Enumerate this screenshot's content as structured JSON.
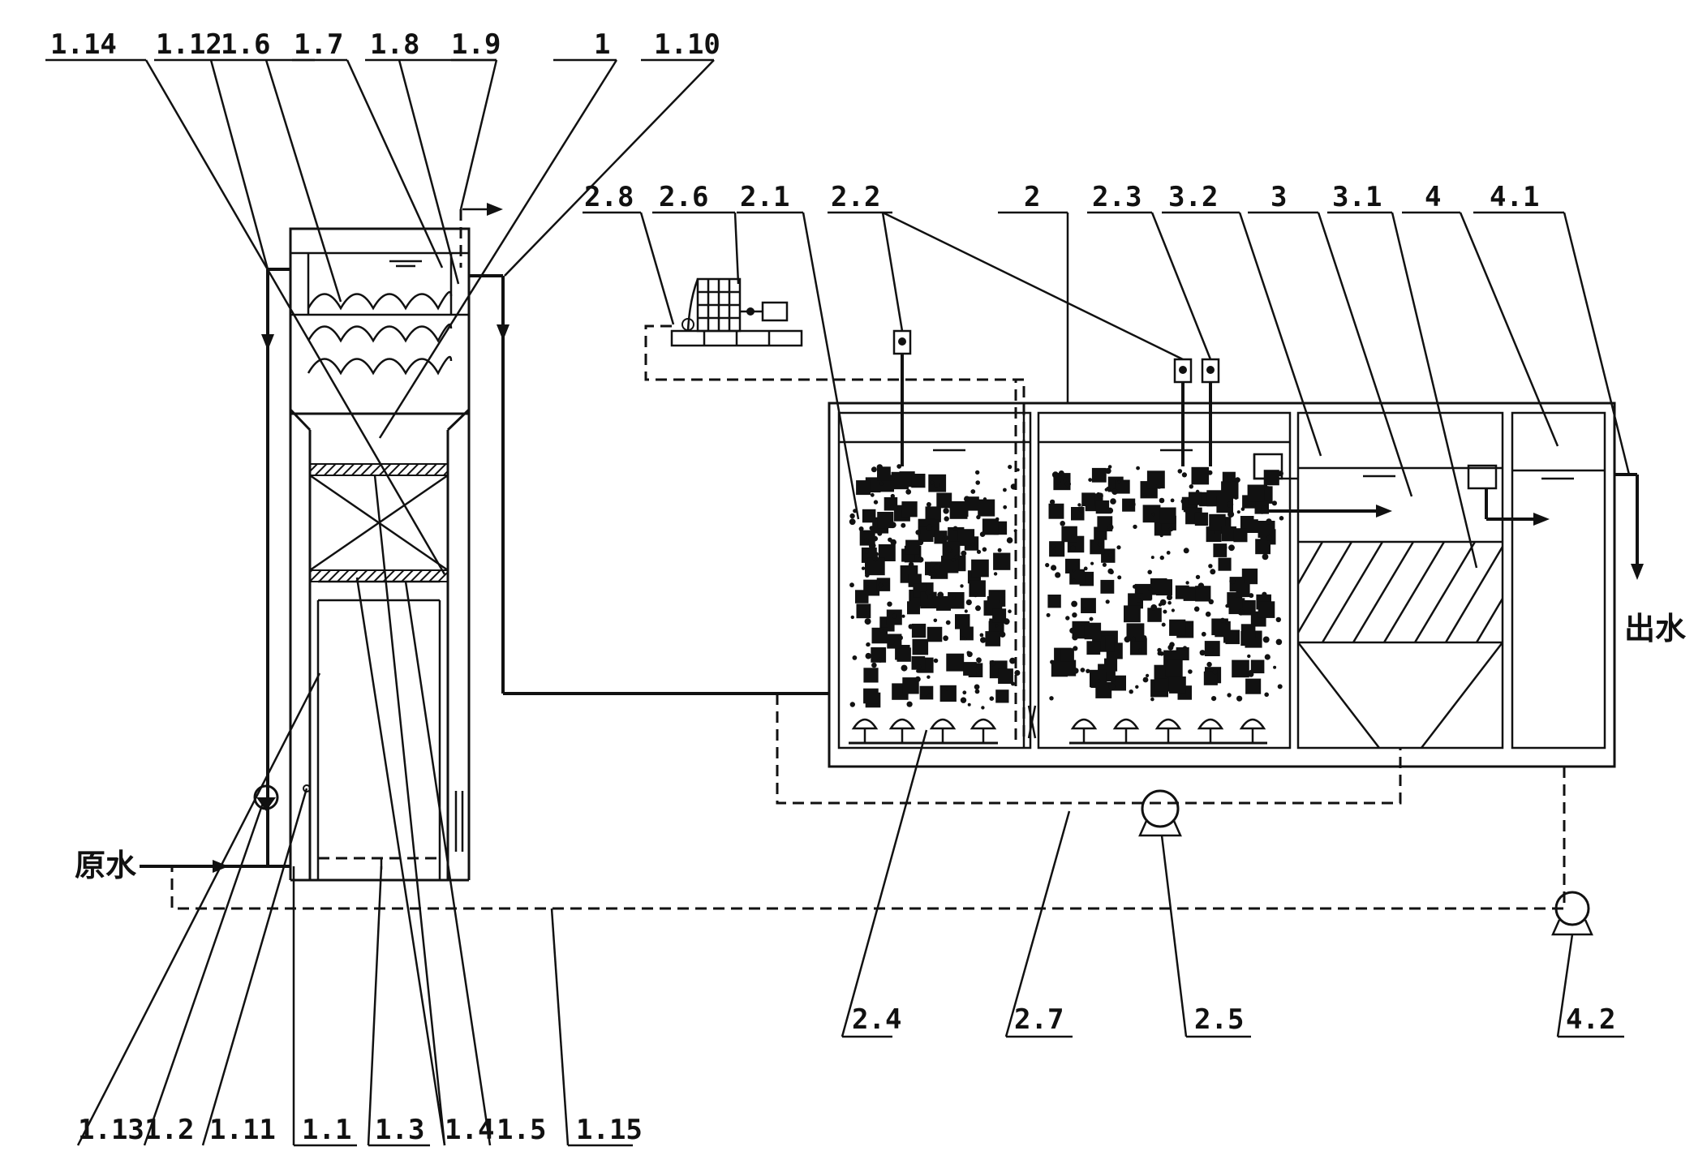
{
  "labels": {
    "l_1_14": "1.14",
    "l_1_12": "1.12",
    "l_1_6": "1.6",
    "l_1_7": "1.7",
    "l_1_8": "1.8",
    "l_1_9": "1.9",
    "l_1": "1",
    "l_1_10": "1.10",
    "l_2_8": "2.8",
    "l_2_6": "2.6",
    "l_2_1": "2.1",
    "l_2_2": "2.2",
    "l_2": "2",
    "l_2_3": "2.3",
    "l_3_2": "3.2",
    "l_3": "3",
    "l_3_1": "3.1",
    "l_4": "4",
    "l_4_1": "4.1",
    "l_2_4": "2.4",
    "l_2_7": "2.7",
    "l_2_5": "2.5",
    "l_4_2": "4.2",
    "l_1_13": "1.13",
    "l_1_2": "1.2",
    "l_1_11": "1.11",
    "l_1_1": "1.1",
    "l_1_3": "1.3",
    "l_1_4": "1.4",
    "l_1_5": "1.5",
    "l_1_15": "1.15"
  },
  "text": {
    "raw_water": "原水",
    "effluent": "出水"
  },
  "colors": {
    "ink": "#111111",
    "background": "#ffffff"
  }
}
